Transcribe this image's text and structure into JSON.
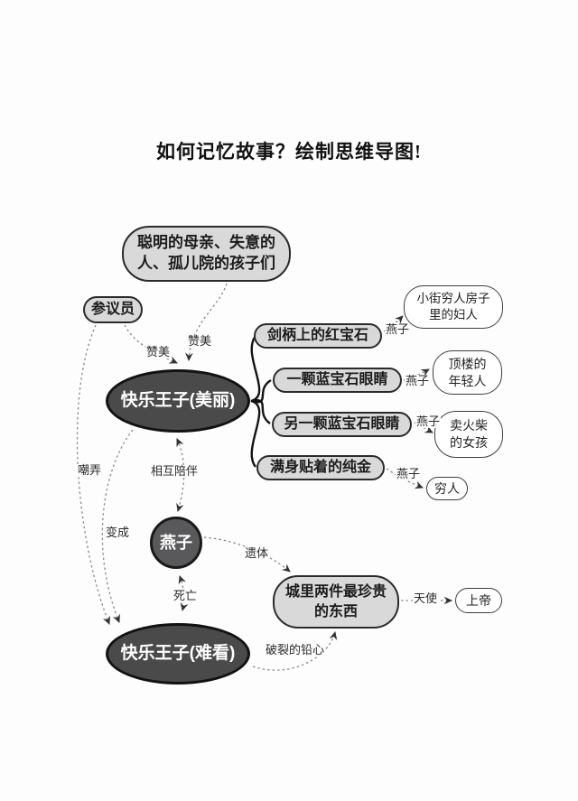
{
  "page": {
    "title": "如何记忆故事？绘制思维导图!"
  },
  "colors": {
    "dark_node_fill": "#4a4a4a",
    "swallow_node_fill": "#59595b",
    "gray_bubble_fill": "#d9d9d9",
    "white_bubble_fill": "#ffffff",
    "node_border": "#1a1a1a",
    "dotted_edge": "#8a8a8a",
    "solid_branch": "#141414"
  },
  "nodes": {
    "audience": {
      "lines": [
        "聪明的母亲、失意的",
        "人、孤儿院的孩子们"
      ]
    },
    "senator": {
      "label": "参议员"
    },
    "prince_beautiful": {
      "label": "快乐王子(美丽)"
    },
    "ruby": {
      "label": "剑柄上的红宝石"
    },
    "sapphire_one": {
      "label": "一颗蓝宝石眼睛"
    },
    "sapphire_other": {
      "label": "另一颗蓝宝石眼睛"
    },
    "gold": {
      "label": "满身贴着的纯金"
    },
    "woman": {
      "lines": [
        "小街穷人房子",
        "里的妇人"
      ]
    },
    "young_man": {
      "lines": [
        "顶楼的",
        "年轻人"
      ]
    },
    "match_girl": {
      "lines": [
        "卖火柴",
        "的女孩"
      ]
    },
    "poor_people": {
      "label": "穷人"
    },
    "swallow": {
      "label": "燕子"
    },
    "treasures": {
      "lines": [
        "城里两件最珍贵",
        "的东西"
      ]
    },
    "god": {
      "label": "上帝"
    },
    "prince_ugly": {
      "label": "快乐王子(难看)"
    }
  },
  "edge_labels": {
    "praise_from_audience": "赞美",
    "praise_from_senator": "赞美",
    "mock": "嘲弄",
    "become": "变成",
    "accompany": "相互陪伴",
    "death": "死亡",
    "remains": "遗体",
    "carrier_ruby": "燕子",
    "carrier_sapphire_one": "燕子",
    "carrier_sapphire_other": "燕子",
    "carrier_gold": "燕子",
    "angel": "天使",
    "broken_lead_heart": "破裂的铅心"
  }
}
